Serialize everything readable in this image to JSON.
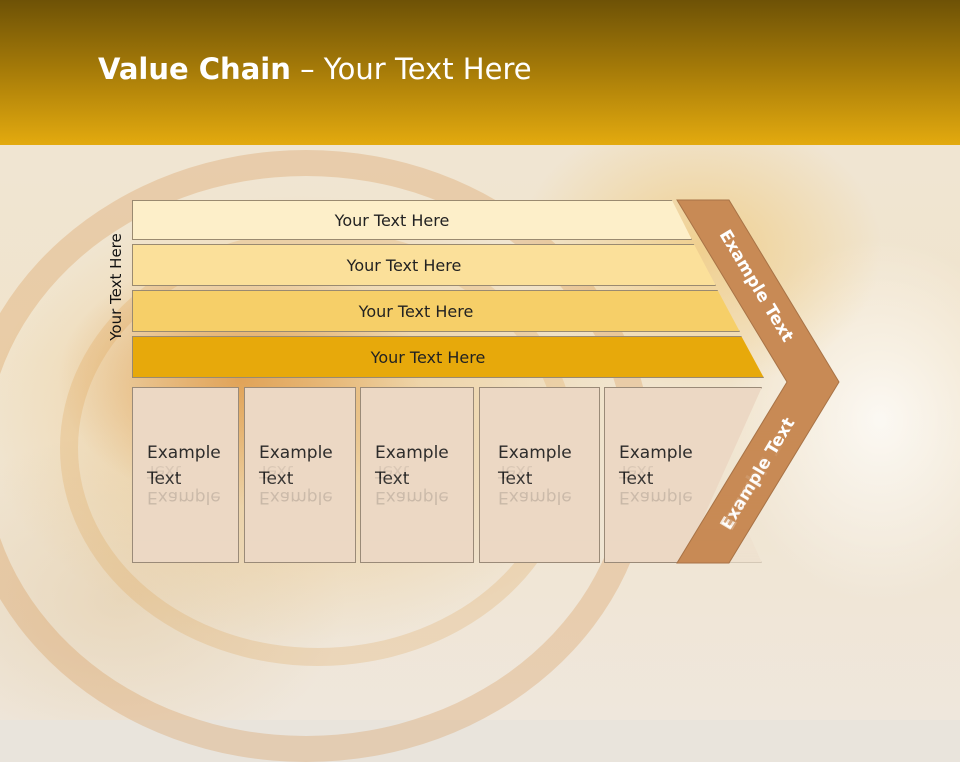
{
  "header": {
    "title_bold": "Value Chain",
    "title_rest": " – Your Text Here"
  },
  "side_label": "Your Text Here",
  "bands": [
    {
      "label": "Your Text Here",
      "color": "#fdefc9"
    },
    {
      "label": "Your Text Here",
      "color": "#fbe09a"
    },
    {
      "label": "Your Text Here",
      "color": "#f6cf68"
    },
    {
      "label": "Your Text Here",
      "color": "#e7a90b"
    }
  ],
  "columns": [
    {
      "line1": "Example",
      "line2": "Text"
    },
    {
      "line1": "Example",
      "line2": "Text"
    },
    {
      "line1": "Example",
      "line2": "Text"
    },
    {
      "line1": "Example",
      "line2": "Text"
    },
    {
      "line1": "Example",
      "line2": "Text"
    }
  ],
  "chevron": {
    "upper_label": "Example Text",
    "lower_label": "Example Text",
    "color": "#c88a55"
  }
}
